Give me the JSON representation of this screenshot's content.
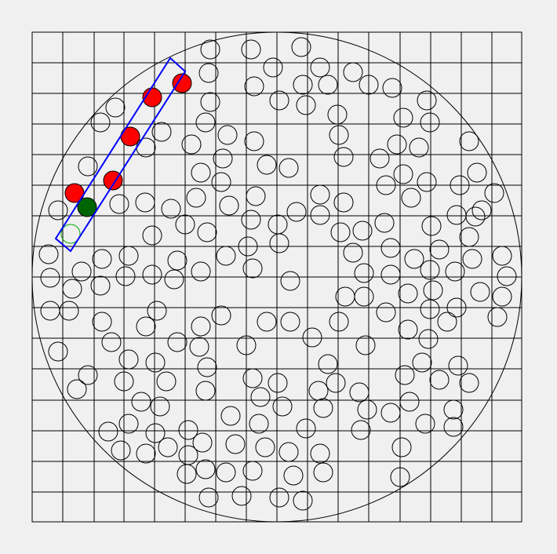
{
  "colors": {
    "background": "#f0f0f0",
    "grid_line": "#000000",
    "particle_outline": "#000000",
    "selection_box": "#0000ff",
    "selected_particle": "#ff0000",
    "current_particle": "#006400",
    "candidate_particle": "#00aa00"
  },
  "legend": {
    "selected": "red-filled-particle",
    "current": "green-filled-particle",
    "candidate": "green-outline-particle"
  }
}
